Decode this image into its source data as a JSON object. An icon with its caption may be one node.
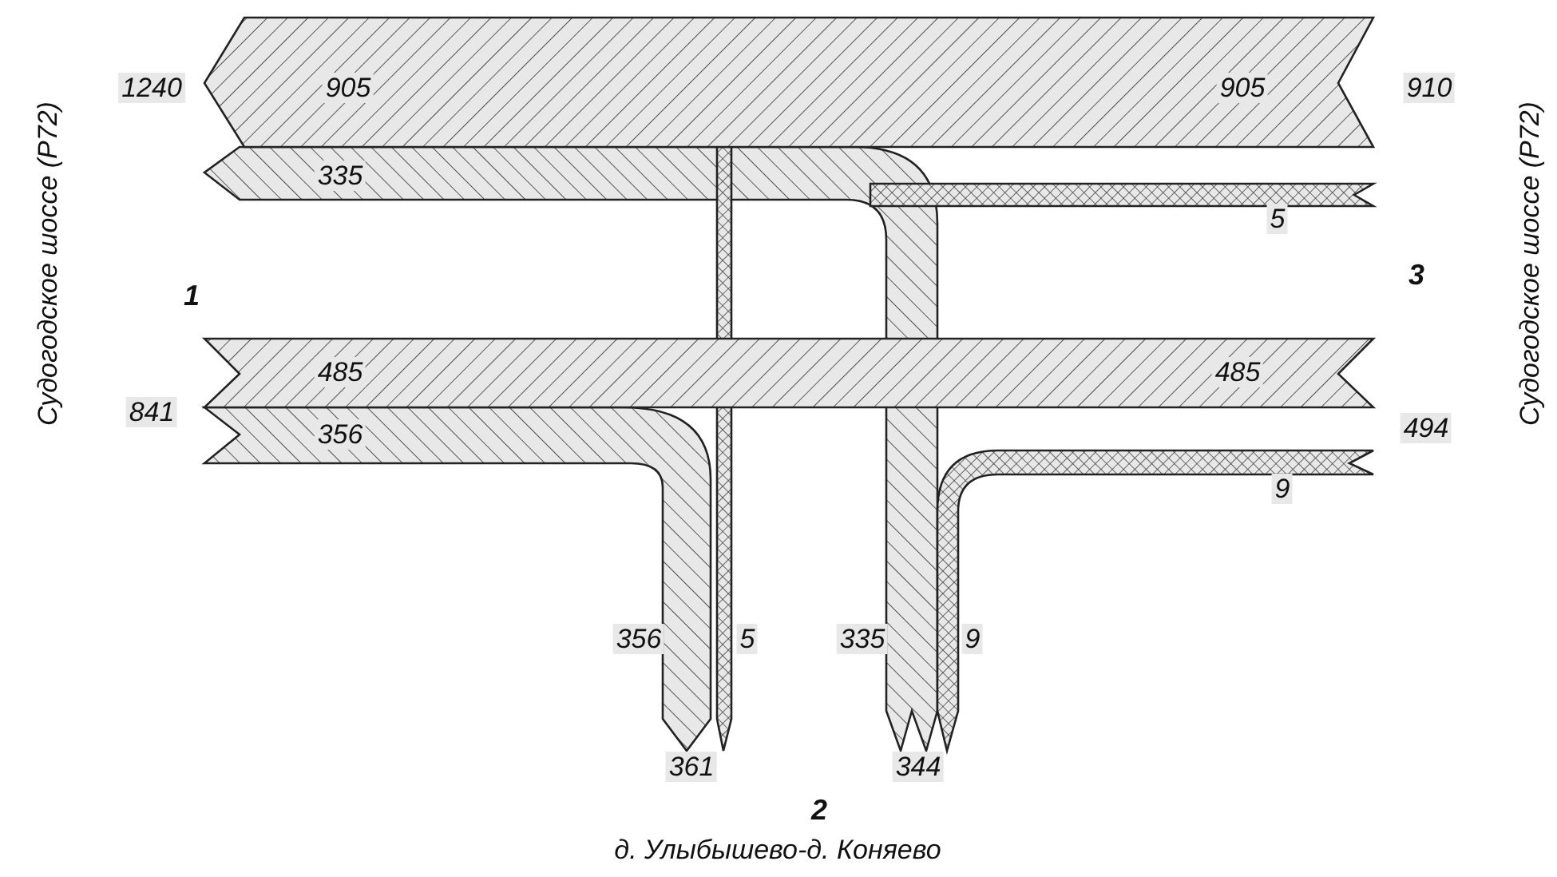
{
  "diagram": {
    "labels": [
      "Судогодское шоссе (Р72)",
      "1240",
      "905",
      "905",
      "910",
      "335",
      "5",
      "1",
      "3",
      "485",
      "485",
      "841",
      "356",
      "494",
      "9",
      "356",
      "5",
      "335",
      "9",
      "361",
      "344",
      "2",
      "Судогодское шоссе (Р72)",
      "д. Улыбышево-д. Коняево"
    ]
  }
}
